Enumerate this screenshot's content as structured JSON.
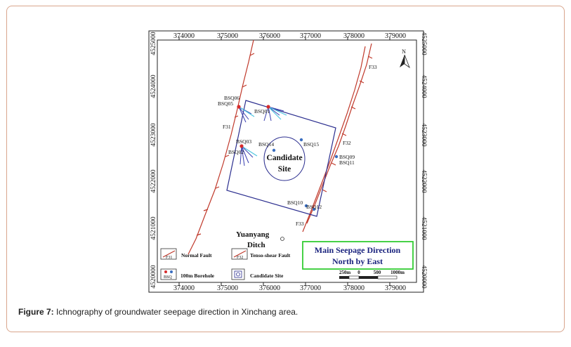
{
  "caption": {
    "label": "Figure 7:",
    "text": "Ichnography of groundwater seepage direction in Xinchang area."
  },
  "axes": {
    "x_ticks": [
      "374000",
      "375000",
      "376000",
      "377000",
      "378000",
      "379000"
    ],
    "y_ticks": [
      "4525000",
      "4524000",
      "4523000",
      "4522000",
      "4521000",
      "4520000"
    ]
  },
  "north": "N",
  "faults": {
    "f31": "F31",
    "f32": "F32",
    "f33_top": "F33",
    "f33_bottom": "F33"
  },
  "boreholes": {
    "bsq06": "BSQ06",
    "bsq05": "BSQ05",
    "bsq01": "BSQ01",
    "bsq03": "BSQ03",
    "bsq02": "BSQ02",
    "bsq14": "BSQ14",
    "bsq15": "BSQ15",
    "bsq09": "BSQ09",
    "bsq11": "BSQ11",
    "bsq10": "BSQ10",
    "bsq12": "BSQ12"
  },
  "site": {
    "line1": "Candidate",
    "line2": "Site"
  },
  "ditch": {
    "line1": "Yuanyang",
    "line2": "Ditch"
  },
  "seepage_box": {
    "line1": "Main Seepage Direction",
    "line2": "North by East"
  },
  "legend": {
    "normal_fault": "Normal Fault",
    "normal_fault_code": "F31",
    "tenso_shear_fault": "Tenso-shear Fault",
    "tenso_shear_code": "F32",
    "borehole": "100m Borehole",
    "borehole_code": "BSQ",
    "candidate_site": "Candidate Site"
  },
  "scale": {
    "labels": [
      "250m",
      "0",
      "500",
      "1000m"
    ]
  },
  "colors": {
    "fault": "#c0392b",
    "site": "#2b2e8f",
    "arrow": "#3a3fb0",
    "arrow_light": "#4ec5e0",
    "seepage_border": "#33cc33",
    "seepage_text": "#1a237e"
  }
}
